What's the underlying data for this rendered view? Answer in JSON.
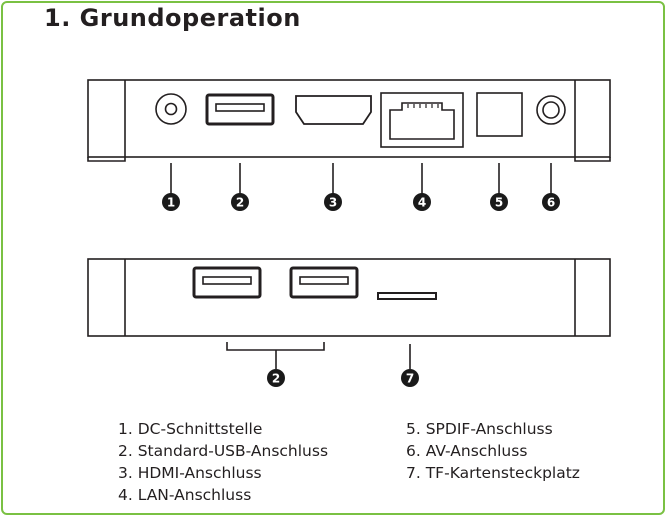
{
  "title": "1. Grundoperation",
  "colors": {
    "frame": "#7ac143",
    "ink": "#231f20",
    "badge": "#1a1a1a"
  },
  "badges_top": [
    "1",
    "2",
    "3",
    "4",
    "5",
    "6"
  ],
  "badges_bottom": [
    "2",
    "7"
  ],
  "legend": {
    "left": [
      "1. DC-Schnittstelle",
      "2. Standard-USB-Anschluss",
      "3. HDMI-Anschluss",
      "4. LAN-Anschluss"
    ],
    "right": [
      "5. SPDIF-Anschluss",
      "6. AV-Anschluss",
      "7. TF-Kartensteckplatz"
    ]
  }
}
